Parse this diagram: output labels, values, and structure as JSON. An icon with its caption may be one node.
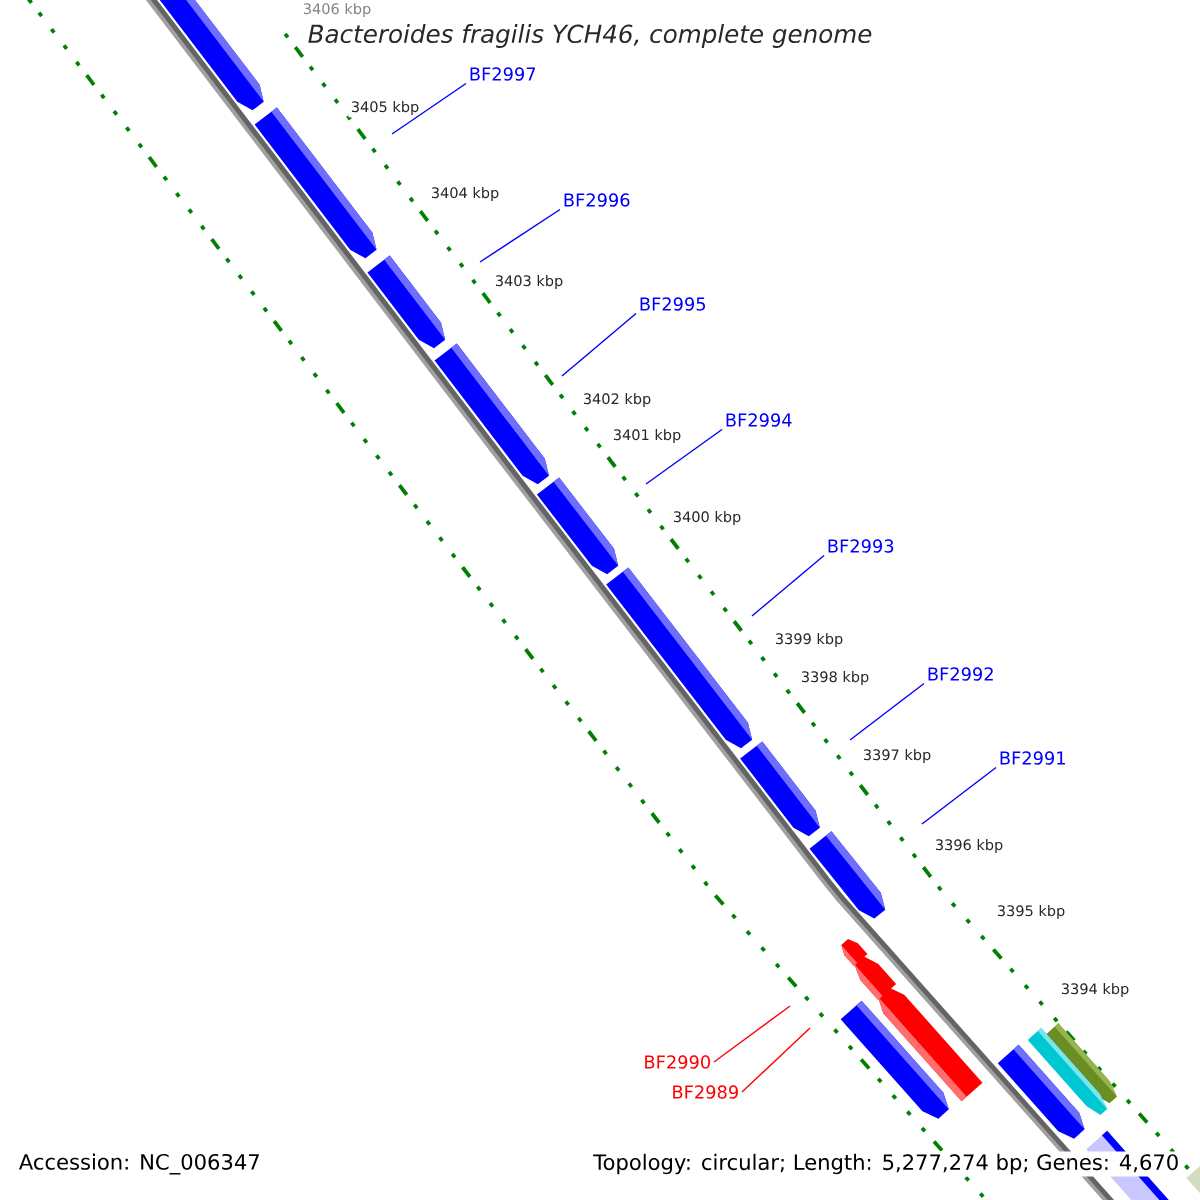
{
  "diagram": {
    "title": "Bacteroides fragilis YCH46, complete genome",
    "nodes": [
      {
        "text": [
          "BF2997"
        ]
      },
      {
        "text": [
          "BF2996"
        ]
      },
      {
        "text": [
          "BF2995"
        ]
      },
      {
        "text": [
          "BF2994"
        ]
      },
      {
        "text": [
          "BF2993"
        ]
      },
      {
        "text": [
          "BF2992"
        ]
      },
      {
        "text": [
          "BF2991"
        ]
      },
      {
        "text": [
          "BF2990"
        ]
      },
      {
        "text": [
          "BF2989"
        ]
      }
    ],
    "edges": [
      {
        "from": 0,
        "to": null,
        "arrow": "none"
      },
      {
        "from": 1,
        "to": null,
        "arrow": "none"
      },
      {
        "from": 2,
        "to": null,
        "arrow": "none"
      },
      {
        "from": 3,
        "to": null,
        "arrow": "none"
      },
      {
        "from": 4,
        "to": null,
        "arrow": "none"
      },
      {
        "from": 5,
        "to": null,
        "arrow": "none"
      },
      {
        "from": 6,
        "to": null,
        "arrow": "none"
      },
      {
        "from": 7,
        "to": null,
        "arrow": "none",
        "color": "#ff0000"
      },
      {
        "from": 8,
        "to": null,
        "arrow": "none",
        "color": "#ff0000"
      }
    ],
    "labels": [
      "3406 kbp",
      "3405 kbp",
      "3404 kbp",
      "3403 kbp",
      "3402 kbp",
      "3401 kbp",
      "3400 kbp",
      "3399 kbp",
      "3398 kbp",
      "3397 kbp",
      "3396 kbp",
      "3395 kbp",
      "3394 kbp",
      "Accession: NC_006347",
      "Topology: circular; Length: 5,277,274 bp; Genes: 4,670"
    ]
  }
}
